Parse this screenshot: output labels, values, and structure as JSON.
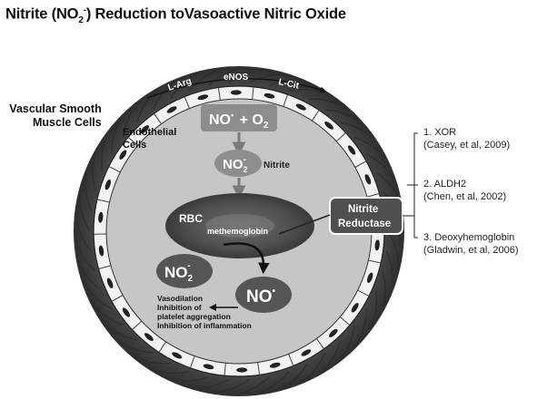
{
  "title": {
    "prefix": "Nitrite (NO",
    "sub": "2",
    "sup": "-",
    "suffix": ") Reduction toVasoactive Nitric Oxide"
  },
  "labels": {
    "vascular_line1": "Vascular Smooth",
    "vascular_line2": "Muscle Cells",
    "endothelial_line1": "Endothelial",
    "endothelial_line2": "Cells",
    "l_arg": "L-Arg",
    "enos": "eNOS",
    "l_cit": "L-Cit",
    "no_o2": "NO + O",
    "no_o2_sub": "2",
    "no_dot": "•",
    "no2": "NO",
    "no2_sub": "2",
    "no2_sup": "-",
    "nitrite_word": "Nitrite",
    "rbc": "RBC",
    "methemoglobin": "methemoglobin",
    "nitrite_reductase_line1": "Nitrite",
    "nitrite_reductase_line2": "Reductase",
    "no_small": "NO",
    "effects_line1": "Vasodilation",
    "effects_line2": "Inhibition of",
    "effects_line3": "platelet aggregation",
    "effects_line4": "Inhibition of inflammation"
  },
  "references": [
    {
      "num": "1. XOR",
      "cite": "(Casey, et al, 2009)"
    },
    {
      "num": "2. ALDH2",
      "cite": "(Chen, et al, 2002)"
    },
    {
      "num": "3. Deoxyhemoglobin",
      "cite": "(Gladwin, et al, 2006)"
    }
  ],
  "colors": {
    "outer_ring": "#4d4d4d",
    "endothelial_ring": "#ffffff",
    "lumen": "#c4c4c4",
    "box": "#8a8a8a",
    "rbc": "#5a5a5a",
    "oval_dark": "#555555",
    "text_light": "#ffffff"
  }
}
